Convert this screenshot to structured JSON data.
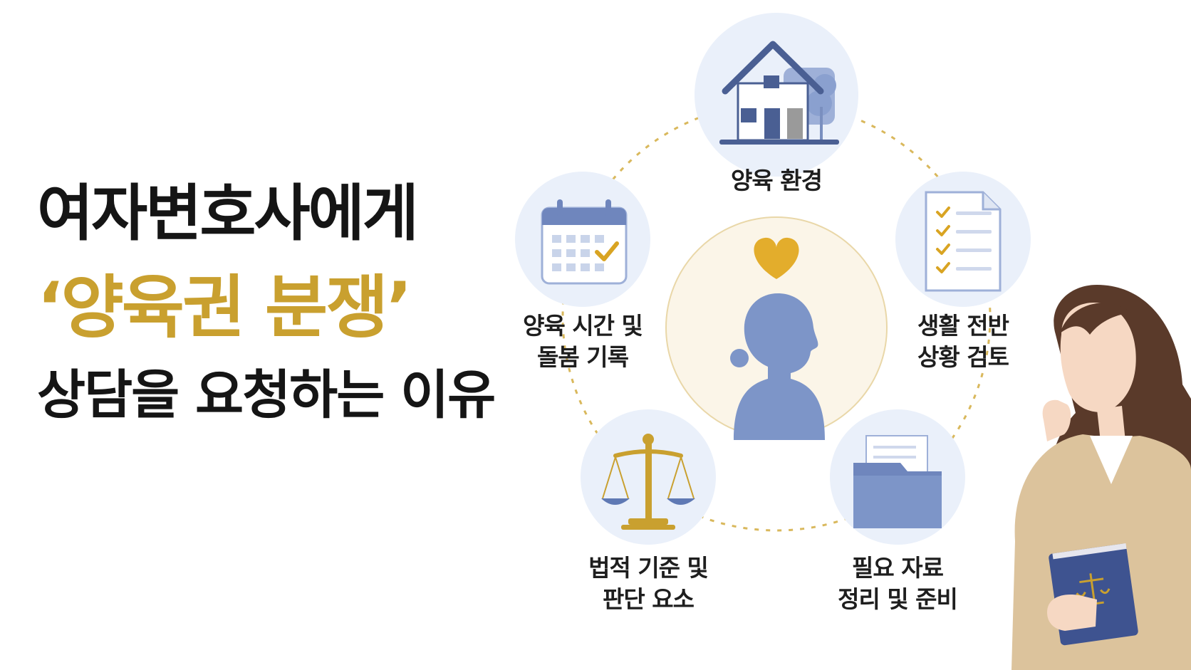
{
  "title": {
    "line1": "여자변호사에게",
    "line2": "‘양육권 분쟁’",
    "line3": "상담을 요청하는 이유"
  },
  "nodes": {
    "environment": {
      "label": "양육 환경"
    },
    "time_record": {
      "line1": "양육 시간 및",
      "line2": "돌봄 기록"
    },
    "life_review": {
      "line1": "생활 전반",
      "line2": "상황 검토"
    },
    "legal_criteria": {
      "line1": "법적 기준 및",
      "line2": "판단 요소"
    },
    "documents": {
      "line1": "필요 자료",
      "line2": "정리 및 준비"
    }
  },
  "colors": {
    "gold": "#c9a02f",
    "navy": "#4a5f93",
    "icon_blue": "#7d95c8",
    "circle_bg": "#eaf0fa",
    "center_bg": "#fbf5e8",
    "dash": "#d9b85c"
  },
  "icons": {
    "environment": "house-icon",
    "time_record": "calendar-icon",
    "life_review": "checklist-icon",
    "legal_criteria": "scales-icon",
    "documents": "folder-icon",
    "center": "child-silhouette-icon",
    "heart": "heart-icon",
    "person": "lawyer-illustration"
  }
}
